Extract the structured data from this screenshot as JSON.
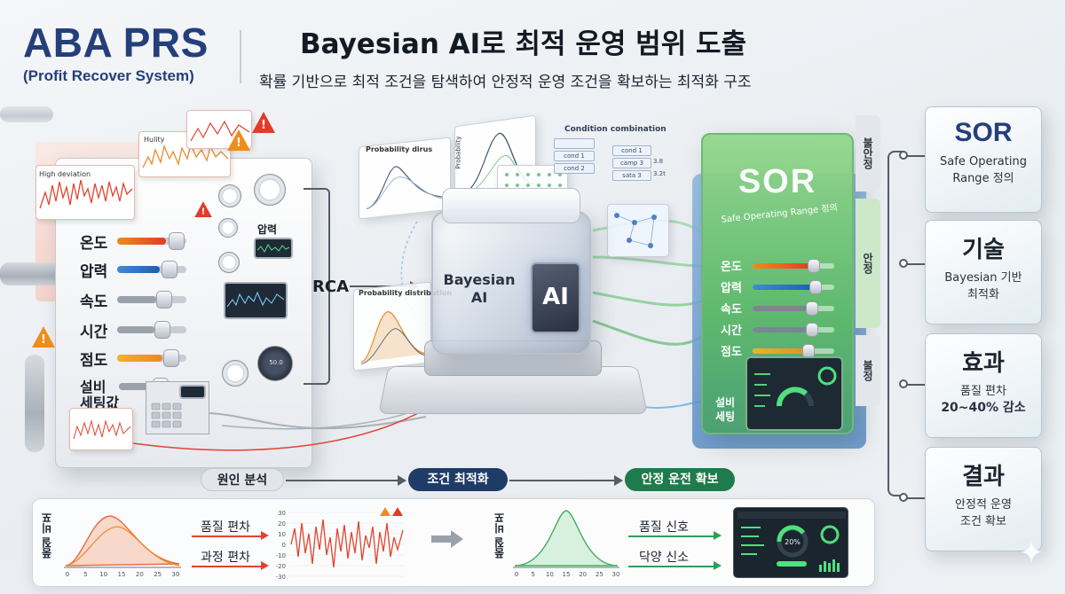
{
  "header": {
    "brand": "ABA PRS",
    "brand_sub": "(Profit Recover System)",
    "title": "Bayesian AI로 최적 운영 범위 도출",
    "subtitle": "확률 기반으로 최적 조건을 탐색하여 안정적 운영 조건을 확보하는 최적화 구조"
  },
  "left_panel": {
    "cards": {
      "high_deviation": "High deviation",
      "hulity": "Hulity"
    },
    "params": [
      "온도",
      "압력",
      "속도",
      "시간",
      "점도",
      "설비\n세팅값"
    ],
    "pressure_label": "압력",
    "gauge_readout": "50.0"
  },
  "rca": {
    "label": "RCA"
  },
  "cube": {
    "label": "Bayesian\nAI",
    "chip": "AI",
    "prob_dirus": "Probability dirus",
    "prob_main": "Probability",
    "prob_dist": "Probability distribution",
    "condition": {
      "title": "Condition combination",
      "left": [
        "cond 1",
        "cond 2"
      ],
      "right": [
        "cond 1",
        "camp 3",
        "sata 3"
      ],
      "extras": [
        "3.8",
        "3.2t"
      ]
    }
  },
  "sor_panel": {
    "title": "SOR",
    "subtitle": "Safe Operating Range 정의",
    "params": [
      "온도",
      "압력",
      "속도",
      "시간",
      "점도"
    ],
    "device_label": "설비\n세팅",
    "zones": [
      "불안정",
      "안정",
      "불정"
    ]
  },
  "info_cards": [
    {
      "title": "SOR",
      "lines": [
        "Safe Operating",
        "Range 정의"
      ]
    },
    {
      "title": "기술",
      "lines": [
        "Bayesian 기반",
        "최적화"
      ]
    },
    {
      "title": "효과",
      "lines": [
        "품질 편차",
        "20~40% 감소"
      ]
    },
    {
      "title": "결과",
      "lines": [
        "안정적 운영",
        "조건 확보"
      ]
    }
  ],
  "flow": {
    "steps": [
      "원인 분석",
      "조건 최적화",
      "안정 운전 확보"
    ]
  },
  "bottom": {
    "left_axis_label": "품질 비포",
    "right_axis_label": "품질 비포",
    "left_metrics": [
      "품질 편차",
      "과정 편차"
    ],
    "right_metrics": [
      "품질 신호",
      "닥양 신소"
    ],
    "left_chart_ticks": [
      "0",
      "5",
      "10",
      "15",
      "20",
      "25",
      "30"
    ],
    "right_chart_ticks": [
      "0",
      "5",
      "10",
      "15",
      "20",
      "25",
      "30"
    ],
    "timeseries_ticks": [
      "30",
      "20",
      "10",
      "0",
      "-10",
      "-20",
      "-30"
    ],
    "dashboard_readout": "20%"
  },
  "colors": {
    "brand": "#243f7a",
    "flow_opt": "#1f3c66",
    "flow_stable": "#1f7a4c",
    "danger": "#e53a2a",
    "warning": "#f08c1c",
    "sor_green": "#5cba68"
  }
}
